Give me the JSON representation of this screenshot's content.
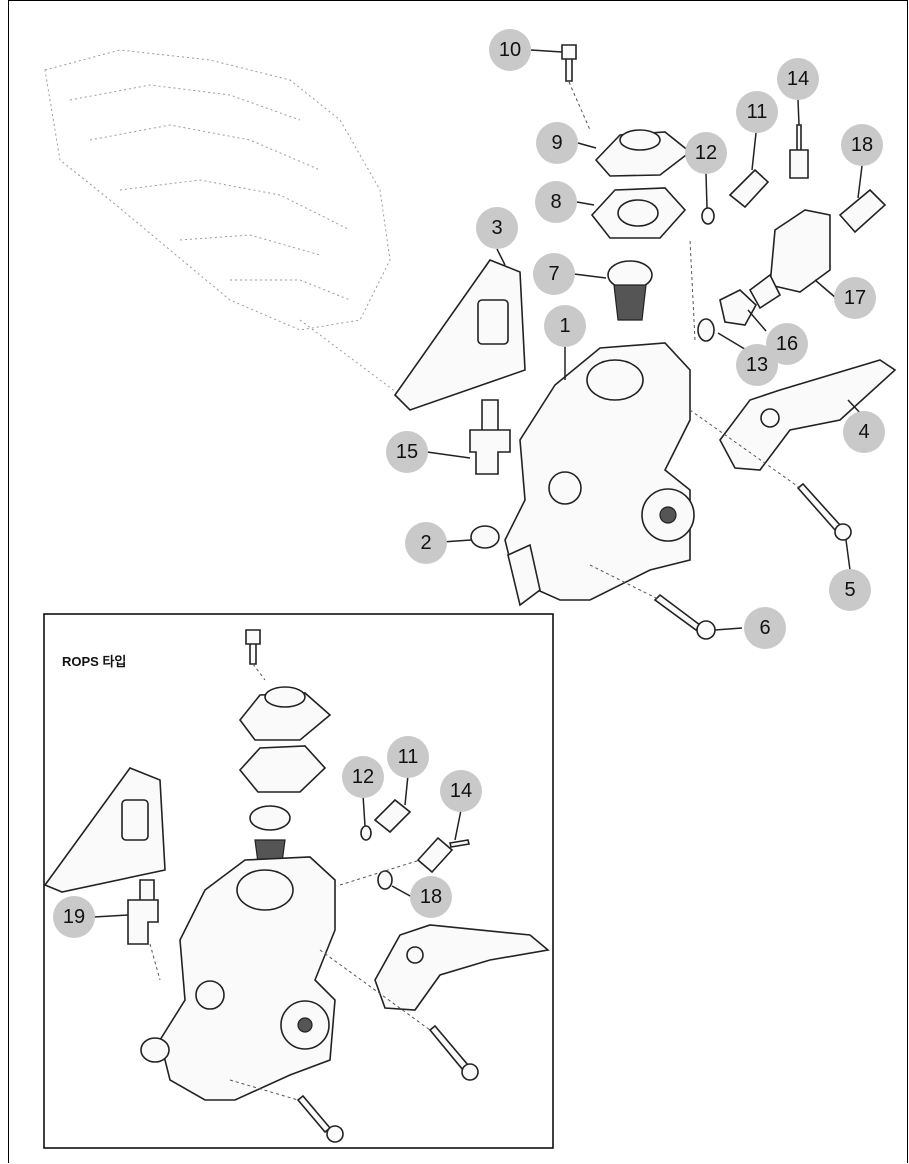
{
  "inset": {
    "title": "ROPS 타입"
  },
  "main_callouts": [
    {
      "id": "c10",
      "label": "10"
    },
    {
      "id": "c14",
      "label": "14"
    },
    {
      "id": "c11",
      "label": "11"
    },
    {
      "id": "c9",
      "label": "9"
    },
    {
      "id": "c12",
      "label": "12"
    },
    {
      "id": "c18",
      "label": "18"
    },
    {
      "id": "c8",
      "label": "8"
    },
    {
      "id": "c3",
      "label": "3"
    },
    {
      "id": "c7",
      "label": "7"
    },
    {
      "id": "c17",
      "label": "17"
    },
    {
      "id": "c1",
      "label": "1"
    },
    {
      "id": "c16",
      "label": "16"
    },
    {
      "id": "c13",
      "label": "13"
    },
    {
      "id": "c4",
      "label": "4"
    },
    {
      "id": "c15",
      "label": "15"
    },
    {
      "id": "c2",
      "label": "2"
    },
    {
      "id": "c5",
      "label": "5"
    },
    {
      "id": "c6",
      "label": "6"
    }
  ],
  "inset_callouts": [
    {
      "id": "i11",
      "label": "11"
    },
    {
      "id": "i12",
      "label": "12"
    },
    {
      "id": "i14",
      "label": "14"
    },
    {
      "id": "i18",
      "label": "18"
    },
    {
      "id": "i19",
      "label": "19"
    }
  ]
}
